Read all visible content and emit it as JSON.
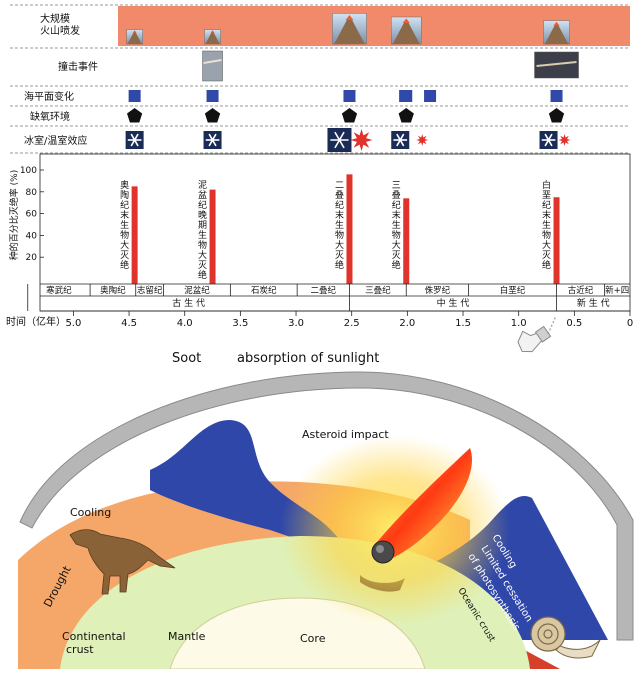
{
  "rows": {
    "volcanism": "大规模\n火山喷发",
    "impact": "撞击事件",
    "sea_level": "海平面变化",
    "anoxia": "缺氧环境",
    "climate": "冰室/温室效应"
  },
  "y_axis": {
    "label": "种的百分比灭绝率 (%)",
    "ticks": [
      "100",
      "80",
      "60",
      "40",
      "20"
    ]
  },
  "extinctions": [
    {
      "label": "奥陶纪末生物大灭绝",
      "time_ga": 4.45,
      "percent": 85
    },
    {
      "label": "泥盆纪晚期生物大灭绝",
      "time_ga": 3.75,
      "percent": 82
    },
    {
      "label": "二叠纪末生物大灭绝",
      "time_ga": 2.52,
      "percent": 96
    },
    {
      "label": "三叠纪末生物大灭绝",
      "time_ga": 2.01,
      "percent": 74
    },
    {
      "label": "白垩纪末生物大灭绝",
      "time_ga": 0.66,
      "percent": 75
    }
  ],
  "periods": [
    "寒武纪",
    "奥陶纪",
    "志留纪",
    "泥盆纪",
    "石炭纪",
    "二叠纪",
    "三叠纪",
    "侏罗纪",
    "白垩纪",
    "古近纪",
    "新+四"
  ],
  "eras": [
    "古 生 代",
    "中 生 代",
    "新 生 代"
  ],
  "time_axis": {
    "label": "时间（亿年）",
    "ticks": [
      "5.0",
      "4.5",
      "4.0",
      "3.5",
      "3.0",
      "2.5",
      "2.0",
      "1.5",
      "1.0",
      "0.5",
      "0"
    ]
  },
  "diagram": {
    "soot": "Soot",
    "absorption": "absorption of sunlight",
    "asteroid": "Asteroid impact",
    "cooling_left": "Cooling",
    "drought": "Drought",
    "continental_1": "Continental",
    "continental_2": "crust",
    "mantle": "Mantle",
    "core": "Core",
    "cooling_right": "Cooling",
    "limited_1": "Limited cessation",
    "limited_2": "of photosynthesis",
    "oceanic": "Oceanic crust"
  },
  "colors": {
    "volcano_band": "#f08a6a",
    "sea_level": "#3048a8",
    "extinction_bar": "#e0332b",
    "continental": "#f5a76a",
    "mantle": "#dff0b8",
    "core": "#fdfbe8",
    "ocean_blue": "#2f47a8",
    "oceanic_red": "#d6402a",
    "cloud_arc": "#b8b8b8"
  }
}
